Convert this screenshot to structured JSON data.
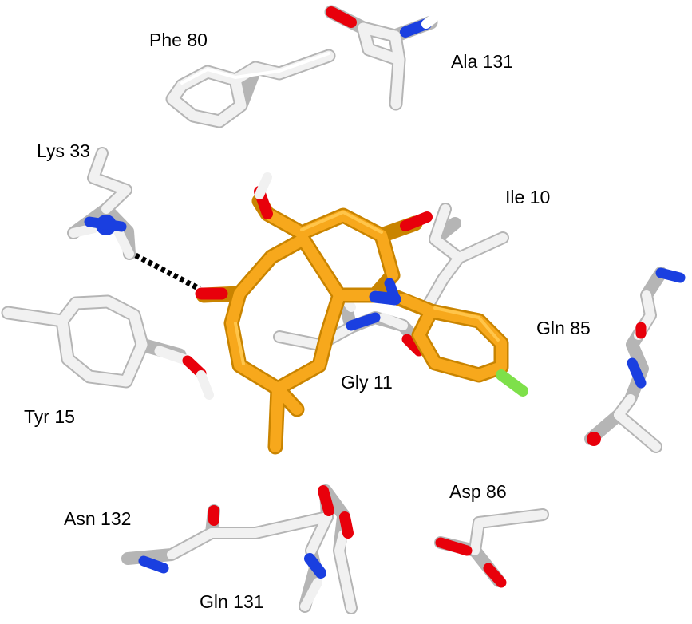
{
  "residues": [
    {
      "id": "phe80",
      "label": "Phe 80"
    },
    {
      "id": "ala131",
      "label": "Ala 131"
    },
    {
      "id": "lys33",
      "label": "Lys 33"
    },
    {
      "id": "ile10",
      "label": "Ile 10"
    },
    {
      "id": "gln85",
      "label": "Gln 85"
    },
    {
      "id": "tyr15",
      "label": "Tyr 15"
    },
    {
      "id": "gly11",
      "label": "Gly 11"
    },
    {
      "id": "asp86",
      "label": "Asp 86"
    },
    {
      "id": "asn132",
      "label": "Asn 132"
    },
    {
      "id": "gln131",
      "label": "Gln 131"
    }
  ],
  "colors": {
    "carbon_residue": "#f1f1f1",
    "carbon_ligand": "#f7a81c",
    "oxygen": "#e8000b",
    "nitrogen": "#1a3fe0",
    "fluorine": "#7ee04a",
    "hbond": "#000000"
  }
}
